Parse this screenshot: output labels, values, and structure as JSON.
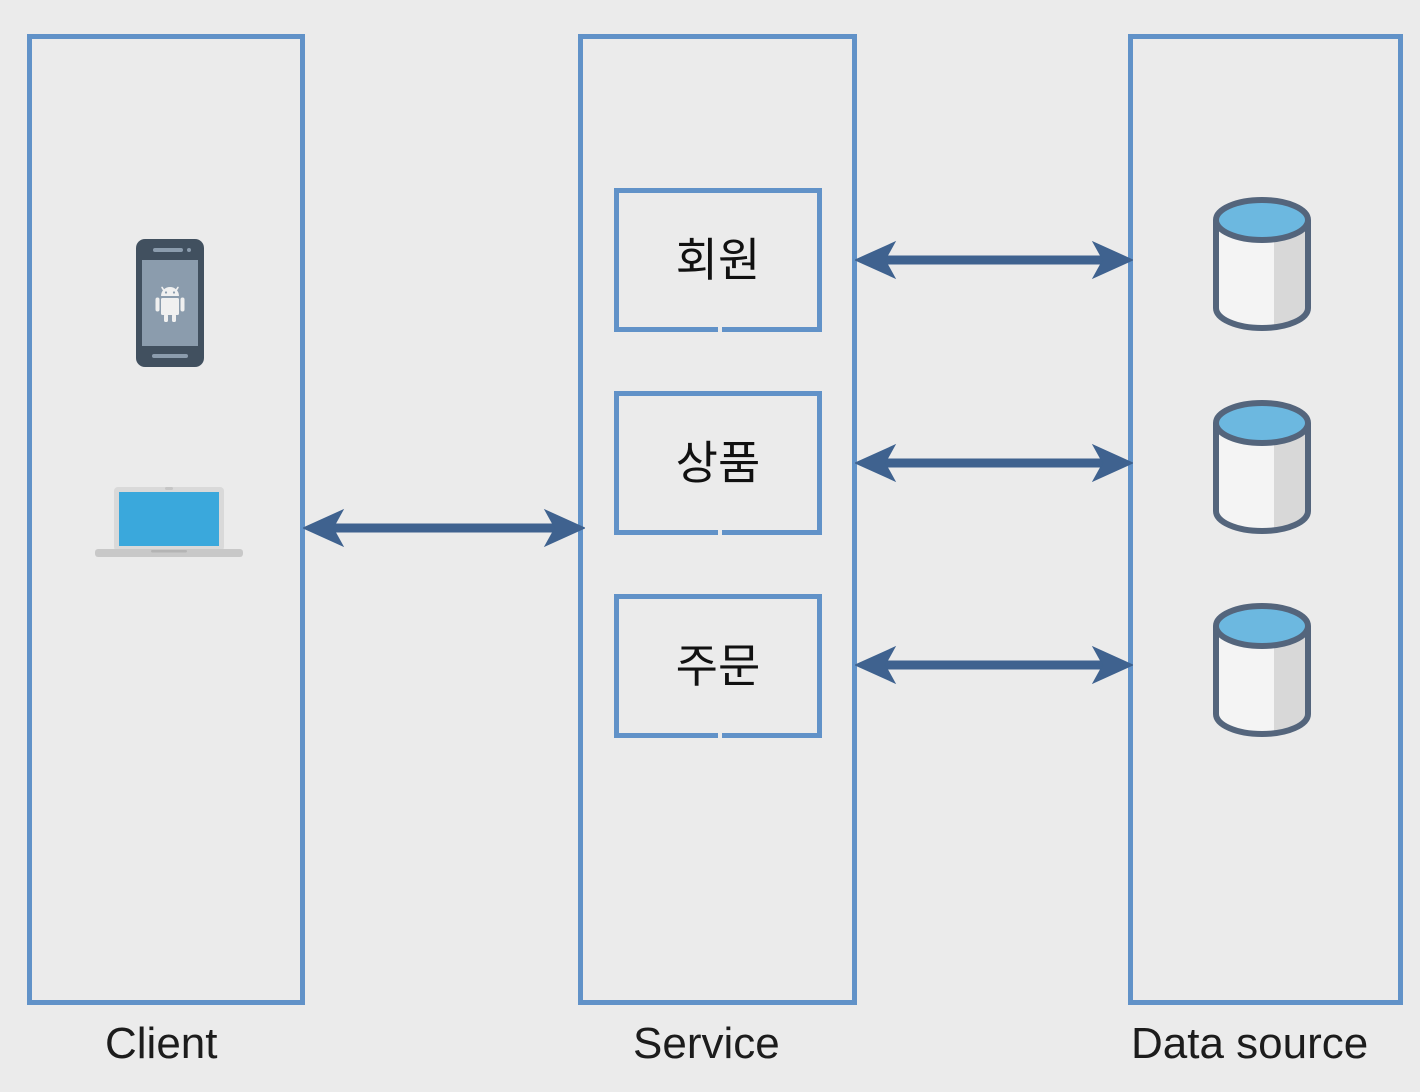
{
  "diagram": {
    "title": "Layered service architecture",
    "background_color": "#ebebeb",
    "border_color": "#6192c8",
    "arrow_color": "#3f628f",
    "accent_blue": "#6cb8e0",
    "device_dark": "#41505f"
  },
  "columns": [
    {
      "id": "client",
      "caption": "Client"
    },
    {
      "id": "service",
      "caption": "Service"
    },
    {
      "id": "data_source",
      "caption": "Data source"
    }
  ],
  "client": {
    "caption": "Client",
    "devices": [
      {
        "icon": "android-phone-icon",
        "label": ""
      },
      {
        "icon": "laptop-icon",
        "label": ""
      }
    ]
  },
  "service": {
    "caption": "Service",
    "boxes": [
      {
        "label": "회원"
      },
      {
        "label": "상품"
      },
      {
        "label": "주문"
      }
    ]
  },
  "data_source": {
    "caption": "Data source",
    "databases": [
      {
        "icon": "database-cylinder-icon",
        "label": ""
      },
      {
        "icon": "database-cylinder-icon",
        "label": ""
      },
      {
        "icon": "database-cylinder-icon",
        "label": ""
      }
    ]
  },
  "connections": [
    {
      "from": "client",
      "to": "service",
      "style": "double-arrow"
    },
    {
      "from": "회원",
      "to": "database-1",
      "style": "double-arrow"
    },
    {
      "from": "상품",
      "to": "database-2",
      "style": "double-arrow"
    },
    {
      "from": "주문",
      "to": "database-3",
      "style": "double-arrow"
    }
  ]
}
